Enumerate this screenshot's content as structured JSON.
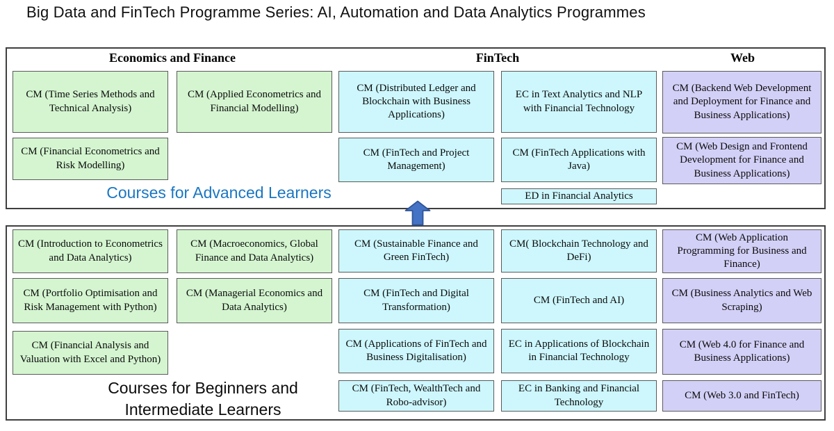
{
  "title": "Big Data and FinTech Programme Series: AI, Automation and Data Analytics Programmes",
  "colors": {
    "cell_green": "#D4F5D0",
    "cell_cyan": "#CDF7FD",
    "cell_lavender": "#D3D0F7",
    "border_cell": "#5a5a5a",
    "border_box": "#3f3f3f",
    "text": "#0a0a0a",
    "arrow_fill": "#4472C4",
    "arrow_stroke": "#2F5597",
    "advanced_label": "#1B76C2"
  },
  "advanced": {
    "label": "Courses for Advanced Learners",
    "headers": {
      "econ": "Economics and Finance",
      "fintech": "FinTech",
      "web": "Web"
    },
    "cells": {
      "econ1": "CM (Time Series Methods and Technical Analysis)",
      "econ2": "CM (Applied Econometrics and Financial Modelling)",
      "econ3": "CM (Financial Econometrics and Risk Modelling)",
      "fintech1": "CM (Distributed Ledger and Blockchain with Business Applications)",
      "fintech2": "EC in Text Analytics and NLP with Financial Technology",
      "fintech3": "CM (FinTech and Project Management)",
      "fintech4": "CM (FinTech Applications with Java)",
      "fintech5": "ED in Financial Analytics",
      "web1": "CM (Backend Web Development and Deployment for Finance and Business Applications)",
      "web2": "CM (Web Design and Frontend Development for Finance and Business Applications)"
    }
  },
  "beginner": {
    "label_line1": "Courses for Beginners and",
    "label_line2": "Intermediate Learners",
    "cells": {
      "econ1": "CM (Introduction to Econometrics and Data Analytics)",
      "econ2": "CM (Macroeconomics, Global Finance and Data Analytics)",
      "econ3": "CM (Portfolio Optimisation and Risk Management with Python)",
      "econ4": "CM (Managerial Economics and Data Analytics)",
      "econ5": "CM (Financial Analysis and Valuation with Excel and Python)",
      "fintech1": "CM (Sustainable Finance and Green FinTech)",
      "fintech2": "CM( Blockchain Technology and DeFi)",
      "fintech3": "CM (FinTech and Digital Transformation)",
      "fintech4": "CM (FinTech and AI)",
      "fintech5": "CM (Applications of FinTech and Business Digitalisation)",
      "fintech6": "EC in Applications of Blockchain in Financial Technology",
      "fintech7": "CM (FinTech, WealthTech and Robo-advisor)",
      "fintech8": "EC in Banking and Financial Technology",
      "web1": "CM (Web Application Programming for Business and Finance)",
      "web2": "CM (Business Analytics and Web Scraping)",
      "web3": "CM (Web 4.0 for Finance and Business Applications)",
      "web4": "CM (Web 3.0 and FinTech)"
    }
  }
}
